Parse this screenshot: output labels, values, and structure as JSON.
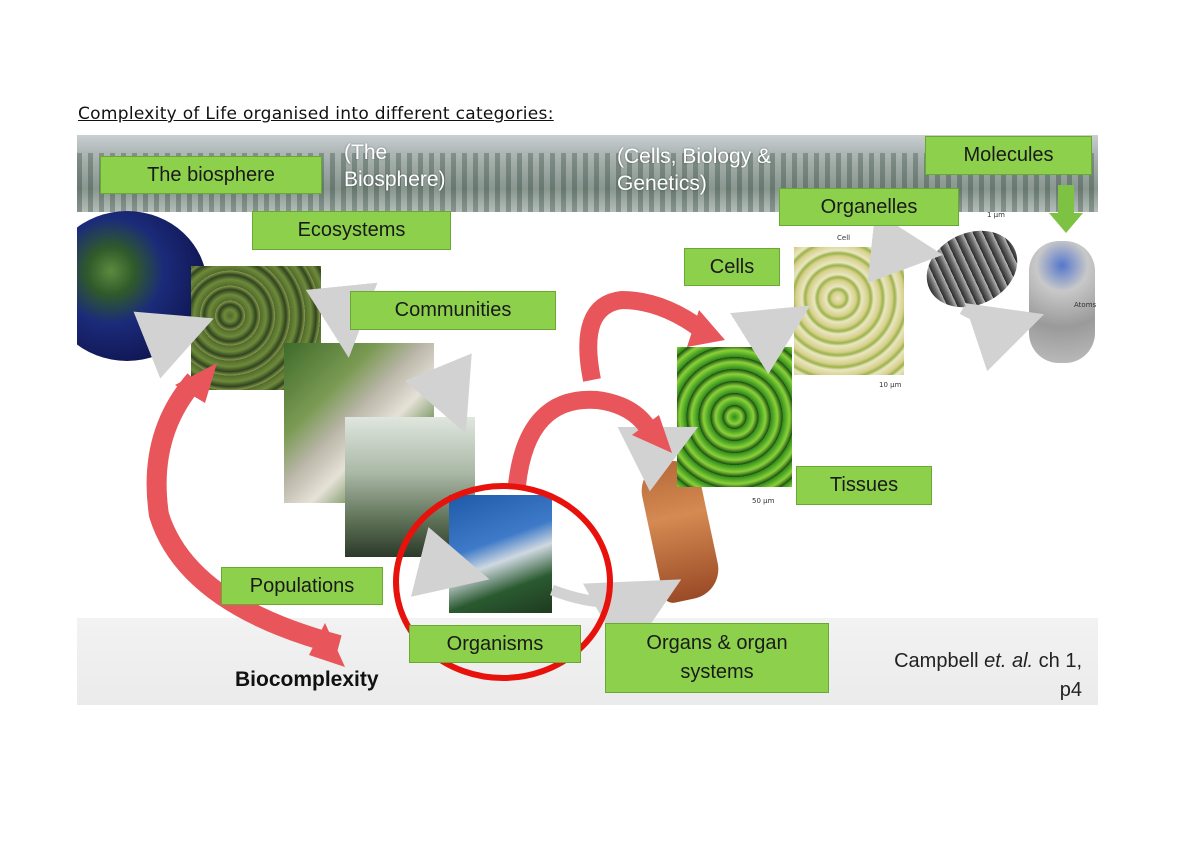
{
  "heading": "Complexity of Life organised into different categories:",
  "overlay_texts": {
    "biosphere_note": "(The Biosphere)",
    "cells_note": "(Cells, Biology & Genetics)"
  },
  "labels": {
    "biosphere": "The biosphere",
    "ecosystems": "Ecosystems",
    "communities": "Communities",
    "populations": "Populations",
    "organisms": "Organisms",
    "organs": "Organs & organ systems",
    "tissues": "Tissues",
    "cells": "Cells",
    "organelles": "Organelles",
    "molecules": "Molecules"
  },
  "micro_labels": {
    "cell": "Cell",
    "scale_10um": "10 µm",
    "scale_50um": "50 µm",
    "scale_1um": "1 µm",
    "atoms": "Atoms"
  },
  "footer": {
    "biocomplexity": "Biocomplexity",
    "citation_prefix": "Campbell ",
    "citation_italic": "et. al.",
    "citation_suffix": " ch 1,",
    "citation_page": "p4"
  },
  "colors": {
    "label_green": "#8cd04b",
    "highlight_red": "#e8120c",
    "arrow_red": "#e8555a",
    "arrow_grey": "#d2d2d2",
    "molecule_arrow": "#7dc242"
  }
}
